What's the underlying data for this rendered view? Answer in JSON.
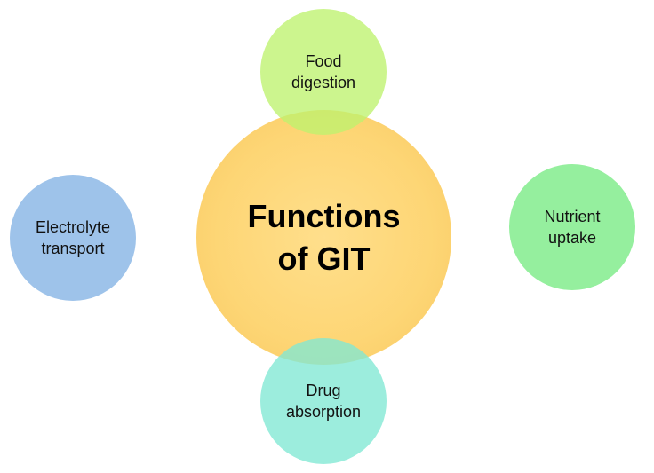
{
  "center": {
    "label": "Functions\nof GIT",
    "color": "#FDD26E"
  },
  "nodes": {
    "food": {
      "label": "Food\ndigestion",
      "color": "#BEF26E"
    },
    "nutrient": {
      "label": "Nutrient\nuptake",
      "color": "#8CEE96"
    },
    "drug": {
      "label": "Drug\nabsorption",
      "color": "#80E8D4"
    },
    "electrolyte": {
      "label": "Electrolyte\ntransport",
      "color": "#96BEE8"
    }
  }
}
